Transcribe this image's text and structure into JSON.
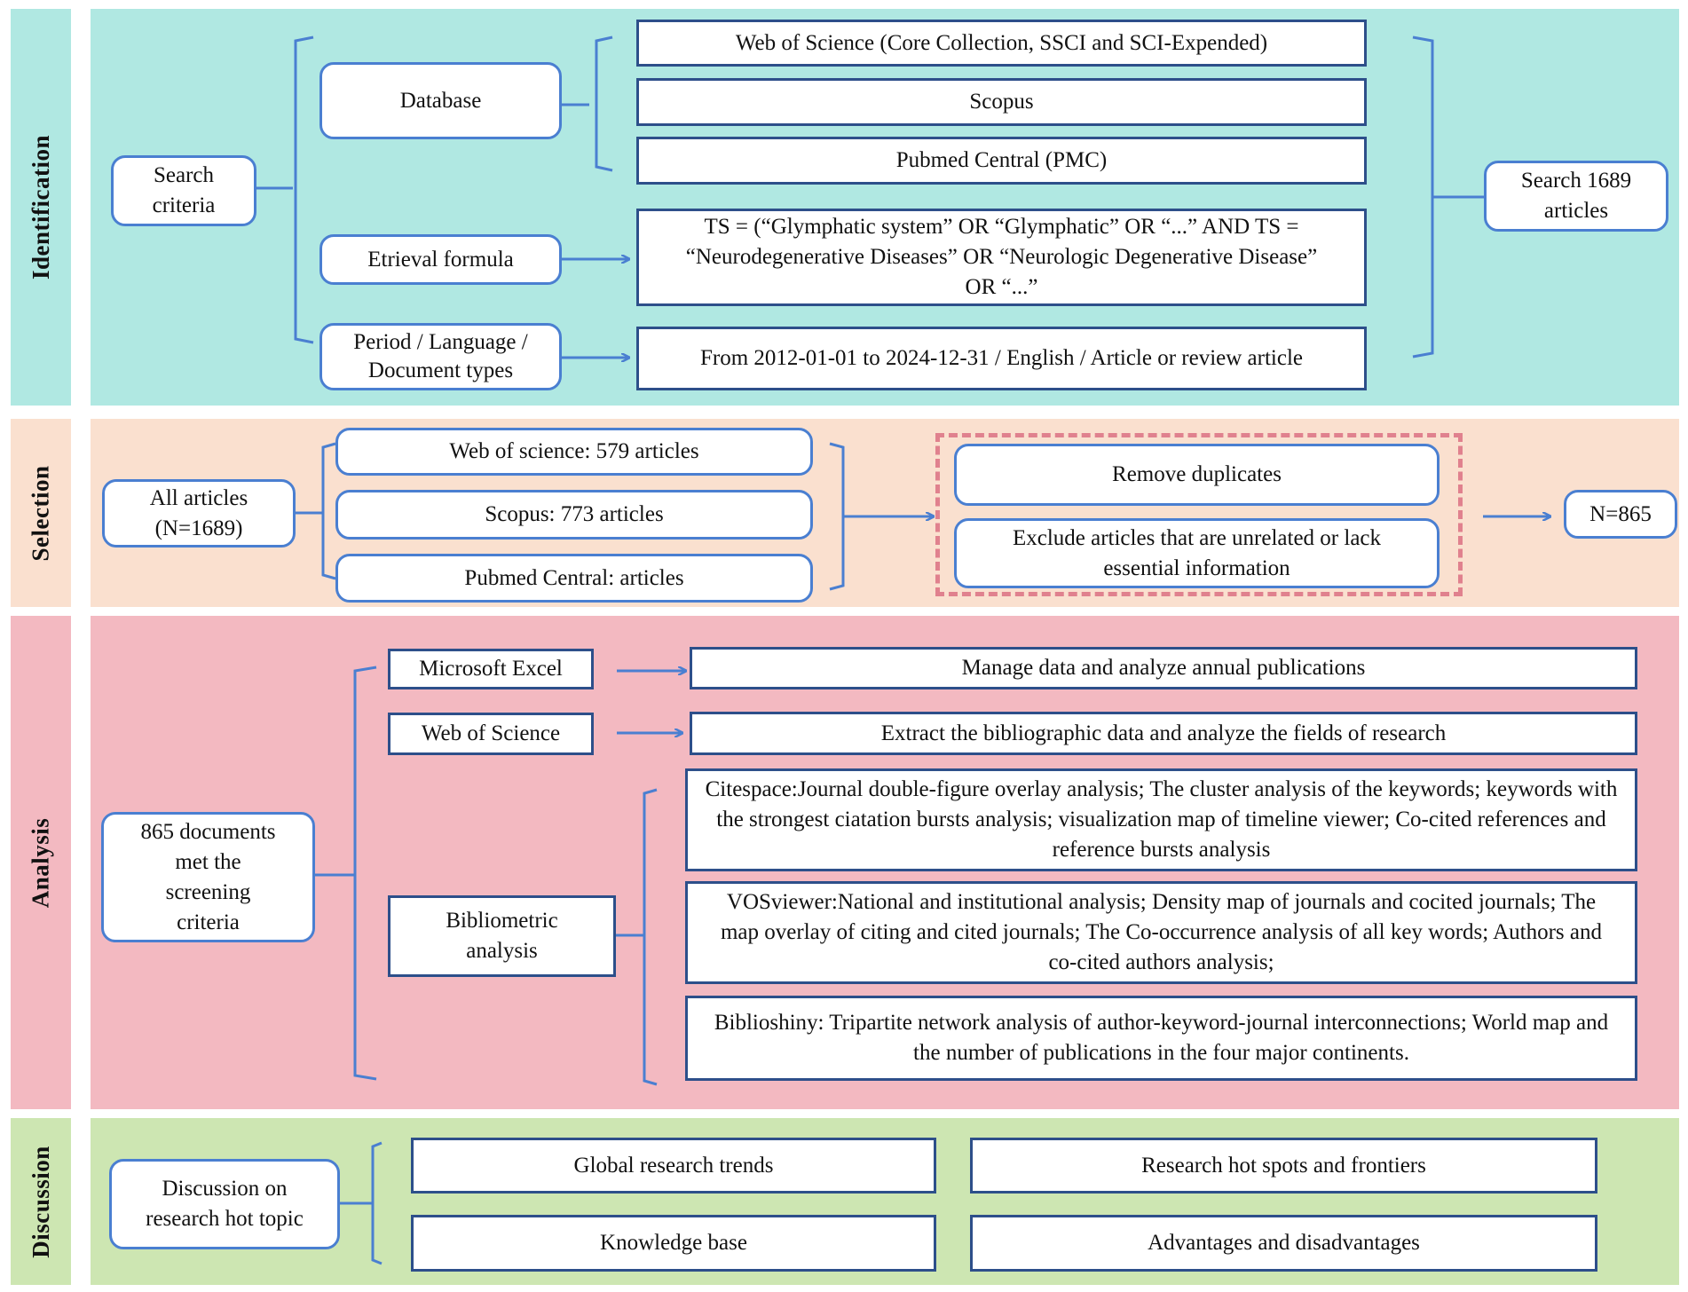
{
  "colors": {
    "identification_bg": "#b0e8e2",
    "selection_bg": "#fae0cf",
    "analysis_bg": "#f3b9c1",
    "discussion_bg": "#cde6b2",
    "connector": "#4a7fd1",
    "box_border": "#2d4f8a",
    "dashed_border": "#e0818e"
  },
  "sections": {
    "identification": "Identification",
    "selection": "Selection",
    "analysis": "Analysis",
    "discussion": "Discussion"
  },
  "identification": {
    "search_criteria": "Search criteria",
    "database": "Database",
    "retrieval_formula": "Etrieval formula",
    "period": "Period / Language / Document types",
    "db_wos": "Web of Science (Core Collection, SSCI and SCI-Expended)",
    "db_scopus": "Scopus",
    "db_pmc": "Pubmed Central (PMC)",
    "formula": "TS = (“Glymphatic system” OR “Glymphatic” OR “...”  AND TS = “Neurodegenerative Diseases” OR “Neurologic Degenerative Disease” OR “...”",
    "period_value": "From 2012-01-01 to 2024-12-31 / English / Article or review article",
    "search_result": "Search 1689 articles"
  },
  "selection": {
    "all_articles": "All articles (N=1689)",
    "wos": "Web of science: 579 articles",
    "scopus": "Scopus: 773 articles",
    "pmc": "Pubmed Central: articles",
    "remove_duplicates": "Remove duplicates",
    "exclude": "Exclude articles that are unrelated or lack essential information",
    "result": "N=865"
  },
  "analysis": {
    "documents": "865 documents met the screening criteria",
    "excel": "Microsoft Excel",
    "excel_task": "Manage data and analyze annual publications",
    "wos": "Web of Science",
    "wos_task": "Extract the bibliographic data and analyze the fields of research",
    "bibliometric": "Bibliometric analysis",
    "citespace": "Citespace:Journal double-figure overlay analysis;  The cluster analysis of the keywords; keywords with the strongest ciatation bursts analysis; visualization map of timeline viewer; Co-cited references and reference bursts analysis",
    "vosviewer": "VOSviewer:National and institutional analysis; Density map of journals and cocited journals; The map overlay of citing and cited journals; The Co-occurrence analysis of all key words; Authors and co-cited authors analysis;",
    "biblioshiny": "Biblioshiny: Tripartite network analysis of author-keyword-journal interconnections; World map and the number of publications in the four major continents."
  },
  "discussion": {
    "topic": "Discussion  on research hot topic",
    "global_trends": "Global research trends",
    "hot_spots": "Research hot spots and frontiers",
    "knowledge_base": "Knowledge base",
    "advantages": "Advantages and disadvantages"
  }
}
